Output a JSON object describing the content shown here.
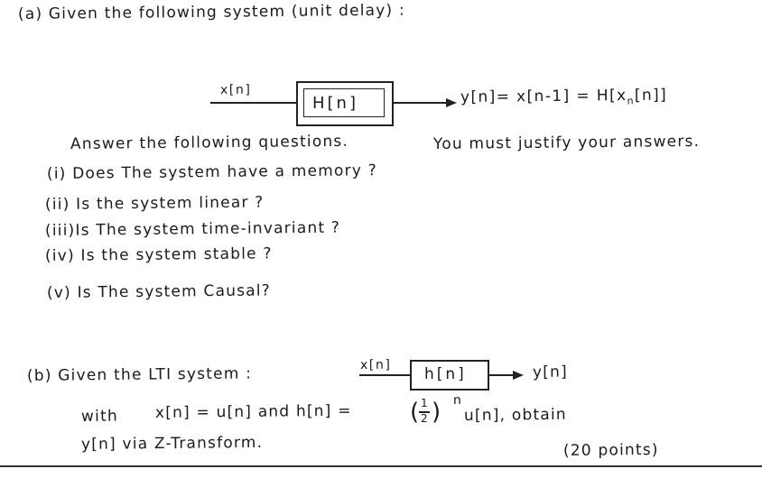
{
  "part_a": {
    "heading": "(a) Given  the following  system (unit delay) :",
    "input_label": "x[n]",
    "block_label": "H[n]",
    "output_expr": "y[n]= x[n-1] = H[x",
    "output_sub": "n",
    "output_tail": "[n]]",
    "instruction_left": "Answer the following questions.",
    "instruction_right": "You must justify your answers.",
    "questions": [
      "(i)  Does The system have a memory ?",
      "(ii)  Is the  system linear ?",
      "(iii)Is  The system time-invariant ?",
      "(iv) Is the  system stable ?",
      "(v)  Is  The system Causal?"
    ]
  },
  "part_b": {
    "heading": "(b) Given the LTI  system :",
    "input_label": "x[n]",
    "block_label": "h[n]",
    "output_label": "y[n]",
    "with_label": "with",
    "xn_expr": "x[n] = u[n]  and  h[n] =",
    "frac_num": "1",
    "frac_den": "2",
    "exponent": "n",
    "un_tail": " u[n],  obtain",
    "line3": "y[n]  via Z-Transform.",
    "points": "(20 points)"
  }
}
